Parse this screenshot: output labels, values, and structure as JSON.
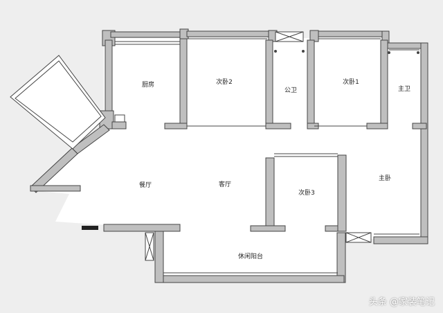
{
  "rooms": {
    "kitchen": "厨房",
    "bedroom2": "次卧2",
    "public_bath": "公卫",
    "bedroom1": "次卧1",
    "master_bath": "主卫",
    "dining": "餐厅",
    "living": "客厅",
    "bedroom3": "次卧3",
    "master_bedroom": "主卧",
    "balcony": "休闲阳台"
  },
  "watermark": "头条 @家装笔记",
  "colors": {
    "background": "#eeeeee",
    "floor": "#ffffff",
    "wall": "#bfbfbf",
    "wall_outline": "#444444",
    "label": "#222222"
  }
}
